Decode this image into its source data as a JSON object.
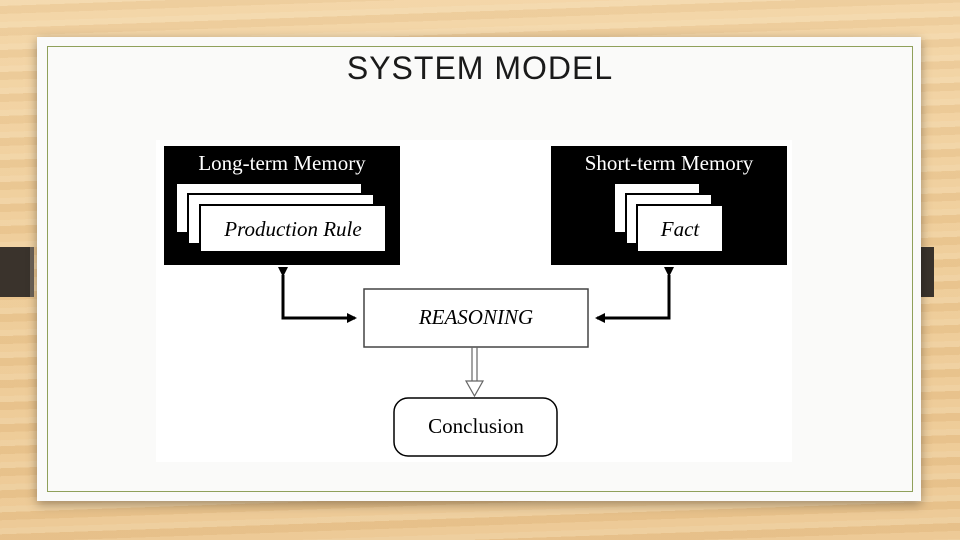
{
  "slide": {
    "title": "SYSTEM MODEL"
  },
  "diagram": {
    "long_term_memory": {
      "label": "Long-term Memory",
      "item": "Production Rule"
    },
    "short_term_memory": {
      "label": "Short-term Memory",
      "item": "Fact"
    },
    "reasoning": {
      "label": "REASONING"
    },
    "conclusion": {
      "label": "Conclusion"
    }
  },
  "colors": {
    "frame_border": "#8fa05a",
    "panel": "#000000",
    "background_wood": "#ecc994"
  }
}
